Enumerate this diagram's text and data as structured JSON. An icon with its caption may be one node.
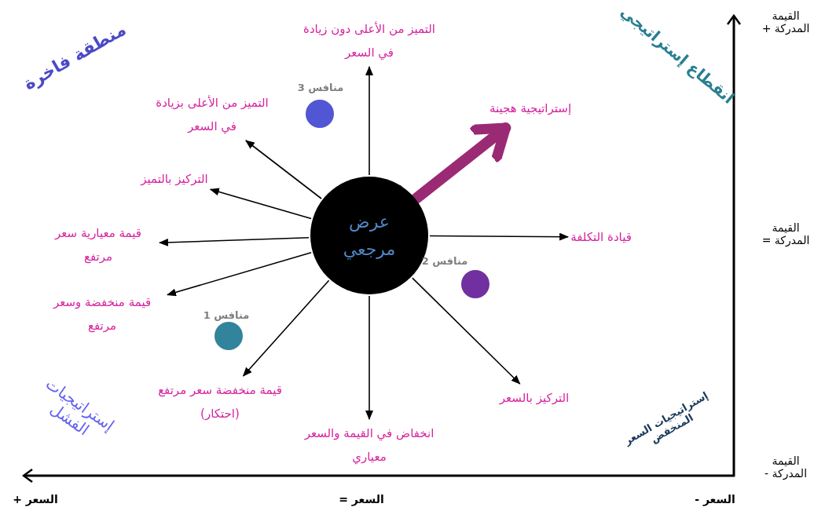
{
  "diagram": {
    "nodes": [
      {
        "text": [
          "عرض مرجعي"
        ]
      },
      {
        "text": [
          "التميز من الأعلى دون زيادة في السعر"
        ]
      },
      {
        "text": [
          "التميز من الأعلى بزيادة في السعر"
        ]
      },
      {
        "text": [
          "التركيز بالتميز"
        ]
      },
      {
        "text": [
          "قيمة معيارية سعر مرتفع"
        ]
      },
      {
        "text": [
          "قيمة منخفضة وسعر مرتفع"
        ]
      },
      {
        "text": [
          "قيمة منخفضة سعر مرتفع (احتكار)"
        ]
      },
      {
        "text": [
          "انخفاض في القيمة والسعر معياري"
        ]
      },
      {
        "text": [
          "التركيز بالسعر"
        ]
      },
      {
        "text": [
          "قيادة التكلفة"
        ]
      },
      {
        "text": [
          "إستراتيجية هجينة"
        ]
      }
    ],
    "edges": [
      {
        "from": 0,
        "to": 1,
        "arrow": "to"
      },
      {
        "from": 0,
        "to": 2,
        "arrow": "to"
      },
      {
        "from": 0,
        "to": 3,
        "arrow": "to"
      },
      {
        "from": 0,
        "to": 4,
        "arrow": "to"
      },
      {
        "from": 0,
        "to": 5,
        "arrow": "to"
      },
      {
        "from": 0,
        "to": 6,
        "arrow": "to"
      },
      {
        "from": 0,
        "to": 7,
        "arrow": "to"
      },
      {
        "from": 0,
        "to": 8,
        "arrow": "to"
      },
      {
        "from": 0,
        "to": 9,
        "arrow": "to"
      },
      {
        "from": 0,
        "to": 10,
        "arrow": "to",
        "style": "thick",
        "color": "#9b2a74"
      }
    ],
    "labels": [
      "منطقة فاخرة",
      "انقطاع إستراتيجي",
      "القيمة المدركة +",
      "منافس 3",
      "القيمة المدركة =",
      "منافس 2",
      "منافس 1",
      "إستراتيجيات الفشل",
      "إستراتيجيات السعر المنخفض",
      "القيمة المدركة -",
      "السعر +",
      "السعر =",
      "السعر -"
    ]
  }
}
